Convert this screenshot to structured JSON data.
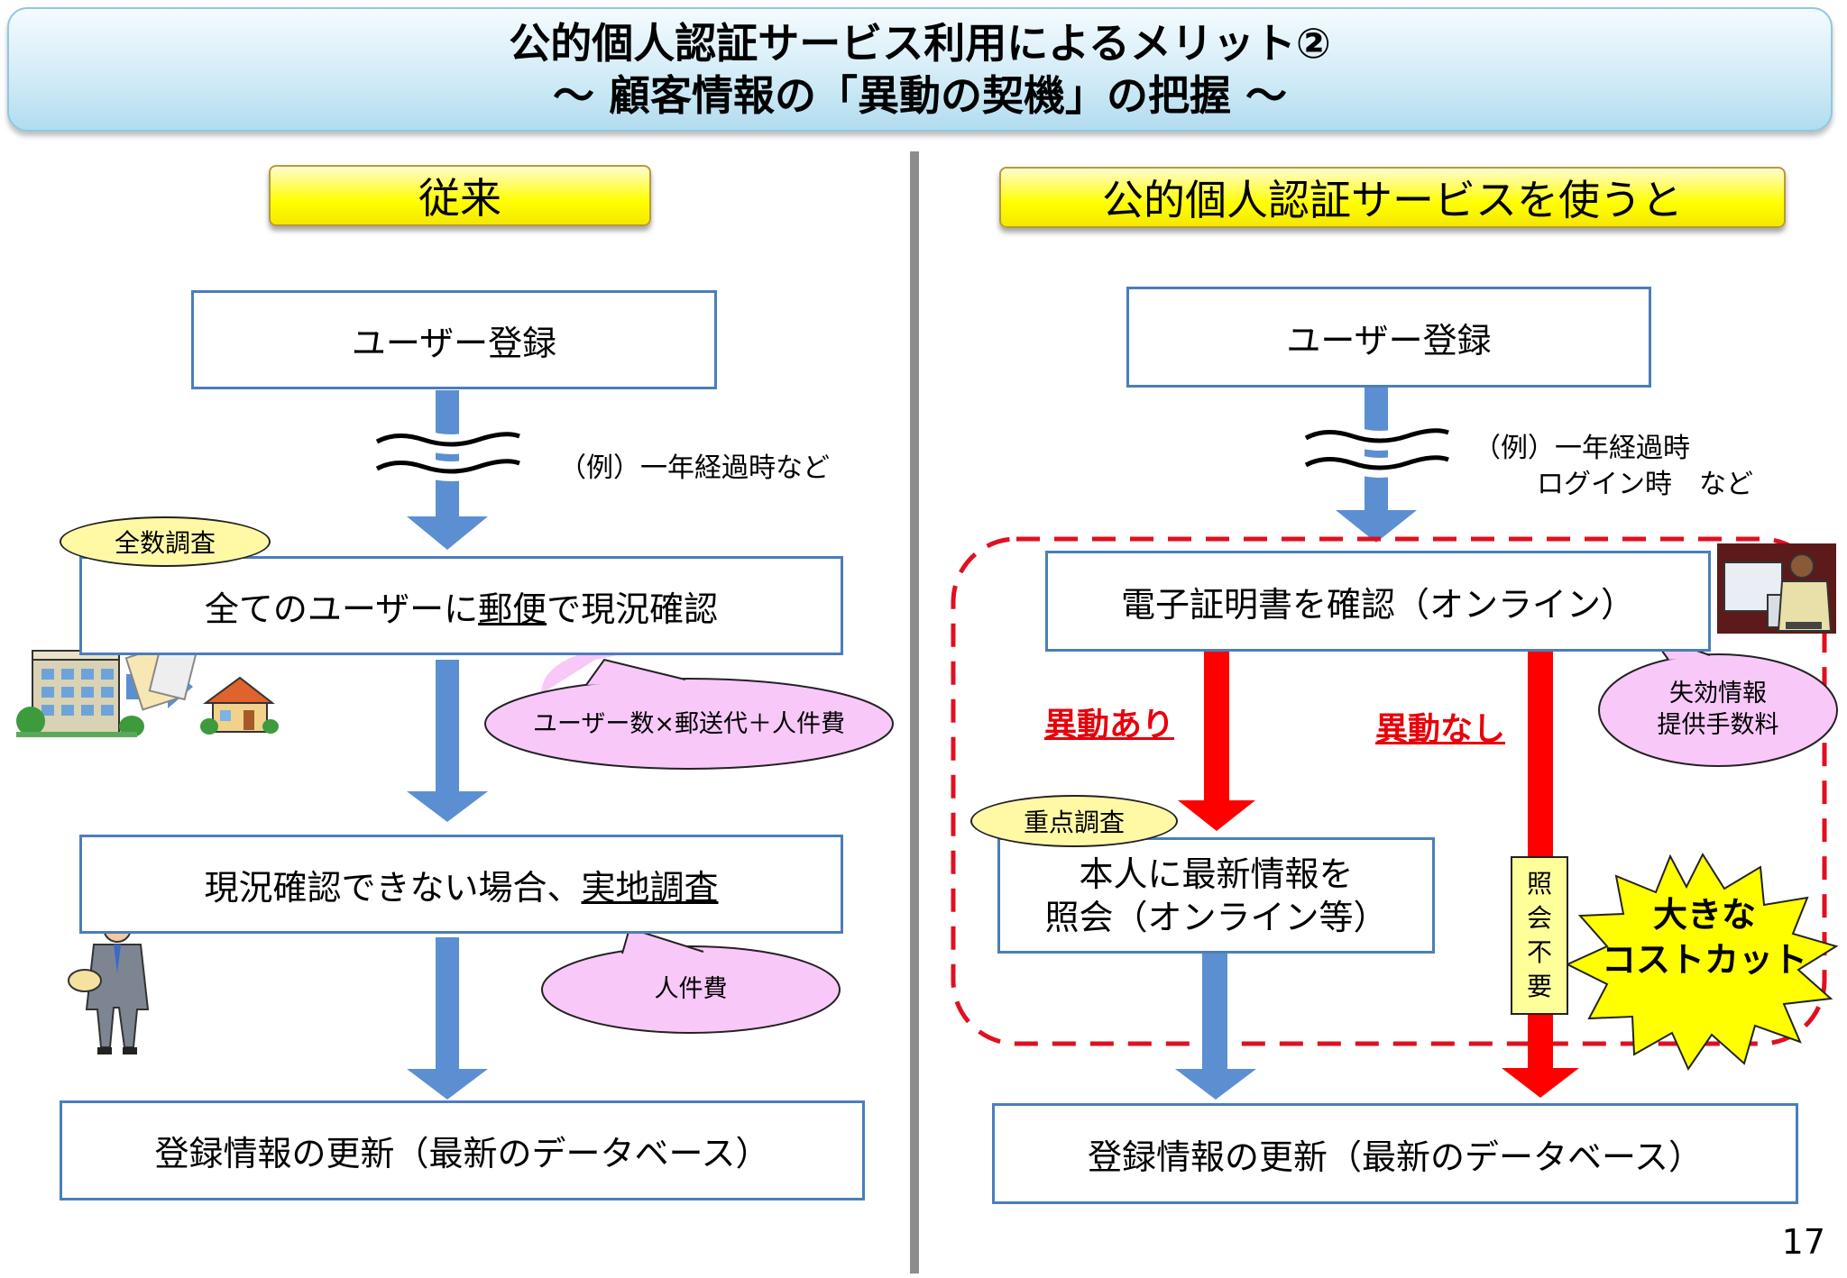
{
  "title": {
    "line1": "公的個人認証サービス利用によるメリット②",
    "line2": "～ 顧客情報の「異動の契機」の把握 ～"
  },
  "left": {
    "header": "従来",
    "user_registration": "ユーザー登録",
    "example_note": "（例）一年経過時など",
    "census_tag": "全数調査",
    "mail_check": {
      "pre": "全てのユーザーに",
      "underlined": "郵便",
      "post": "で現況確認"
    },
    "cost_bubble": "ユーザー数×郵送代＋人件費",
    "onsite": {
      "pre": "現況確認できない場合、",
      "underlined": "実地調査"
    },
    "labor_bubble": "人件費",
    "update": "登録情報の更新（最新のデータベース）"
  },
  "right": {
    "header": "公的個人認証サービスを使うと",
    "user_registration": "ユーザー登録",
    "example_note_line1": "（例）一年経過時",
    "example_note_line2": "ログイン時　など",
    "verify_cert": "電子証明書を確認（オンライン）",
    "change_yes": "異動あり",
    "change_no": "異動なし",
    "fee_bubble_line1": "失効情報",
    "fee_bubble_line2": "提供手数料",
    "focus_tag": "重点調査",
    "inquiry_line1": "本人に最新情報を",
    "inquiry_line2": "照会（オンライン等）",
    "no_inquiry": [
      "照",
      "会",
      "不",
      "要"
    ],
    "burst_line1": "大きな",
    "burst_line2": "コストカット",
    "update": "登録情報の更新（最新のデータベース）"
  },
  "page_number": "17",
  "colors": {
    "blue_arrow": "#5b8fd1",
    "red_arrow": "#ff0000",
    "box_border": "#4a7ebb",
    "bubble_pink": "#f8c8f8",
    "tag_yellow": "#fff9a6",
    "burst_yellow": "#ffff00",
    "dashed_red": "#e01020"
  }
}
